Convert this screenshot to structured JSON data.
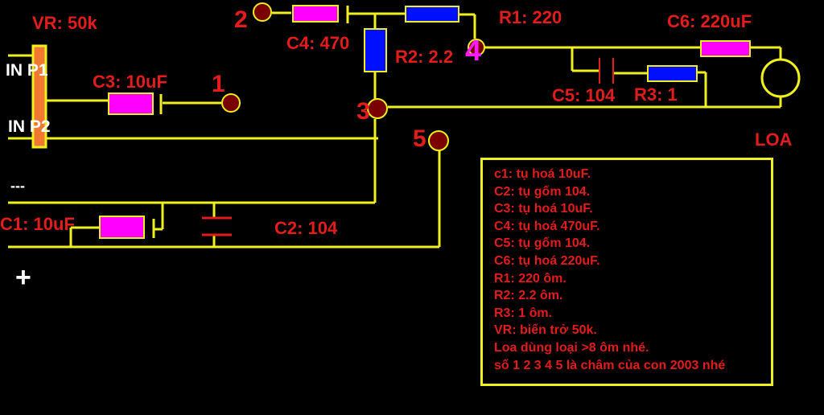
{
  "title": "Mạch khuếch đại loa dùng IC 2003",
  "colors": {
    "background": "#000000",
    "wire": "#f0f020",
    "label": "#e31c1c",
    "capacitor_body": "#ff00ff",
    "resistor_body": "#0010ff",
    "pot_body": "#f07830",
    "pin": "#7a0000",
    "node4": "#ff1aff"
  },
  "components": {
    "vr": "VR: 50k",
    "c1": "C1: 10uF",
    "c2": "C2: 104",
    "c3": "C3: 10uF",
    "c4": "C4: 470",
    "c5": "C5: 104",
    "c6": "C6: 220uF",
    "r1": "R1: 220",
    "r2": "R2: 2.2",
    "r3": "R3: 1",
    "speaker": "LOA"
  },
  "inputs": {
    "in_p1": "IN P1",
    "in_p2": "IN P2",
    "minus": "---",
    "plus": "+"
  },
  "nodes": [
    "1",
    "2",
    "3",
    "4",
    "5"
  ],
  "legend": {
    "lines": [
      "c1: tụ hoá 10uF.",
      "C2: tụ gốm 104.",
      "C3: tụ hoá 10uF.",
      "C4: tụ hoá 470uF.",
      "C5: tụ gốm 104.",
      "C6: tụ hoá 220uF.",
      "R1: 220 ôm.",
      "R2: 2.2 ôm.",
      "R3: 1 ôm.",
      "VR: biến trở 50k.",
      "Loa dùng loại >8 ôm nhé.",
      "số 1 2 3 4 5 là châm của con 2003 nhé"
    ]
  }
}
